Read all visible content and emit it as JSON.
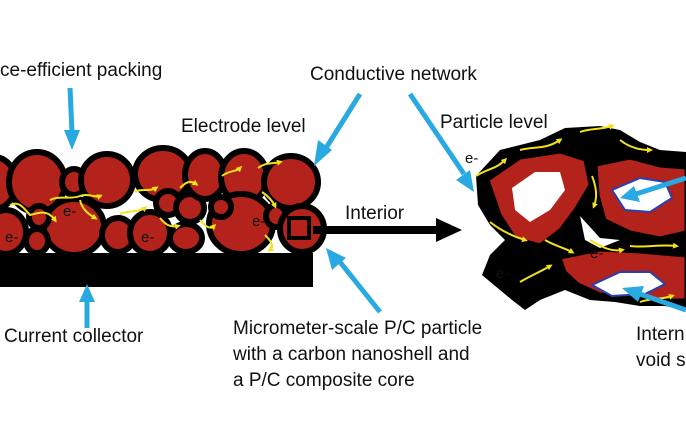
{
  "labels": {
    "packing": "ce-efficient packing",
    "conductive_network": "Conductive network",
    "electrode_level": "Electrode level",
    "particle_level": "Particle level",
    "interior": "Interior",
    "current_collector": "Current collector",
    "particle_desc": [
      "Micrometer-scale P/C particle",
      "with a carbon nanoshell and",
      "a P/C composite core"
    ],
    "internal_void": [
      "Intern",
      "void s"
    ],
    "electron": "e-"
  },
  "colors": {
    "particle_fill": "#b3231b",
    "shell": "#000000",
    "electron_path": "#f2e21a",
    "arrow_blue": "#29a9e1",
    "void": "#ffffff",
    "void_rim": "#2a3fb0"
  }
}
